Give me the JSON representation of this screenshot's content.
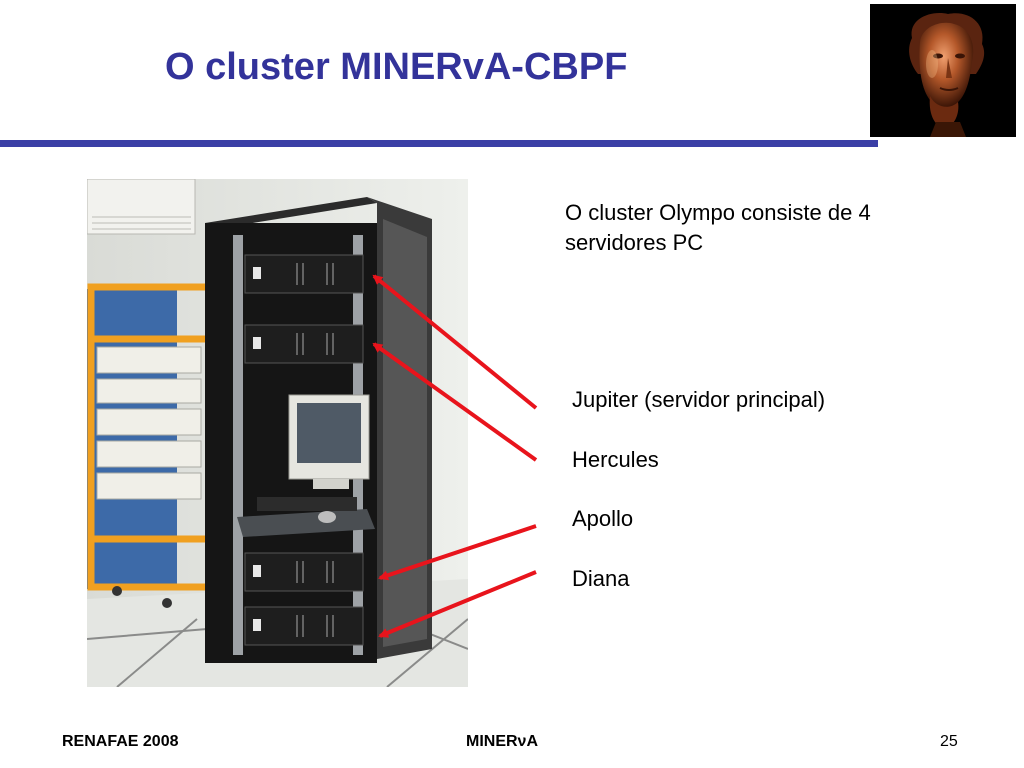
{
  "slide": {
    "title": "O cluster MINERvA-CBPF",
    "intro": "O cluster Olympo consiste de 4 servidores PC",
    "servers": [
      "Jupiter (servidor principal)",
      "Hercules",
      "Apollo",
      "Diana"
    ]
  },
  "footer": {
    "left": "RENAFAE 2008",
    "center": "MINERνA",
    "page_number": "25"
  },
  "colors": {
    "title": "#33339a",
    "rule": "#3b3fa6",
    "arrow": "#e8141c"
  },
  "images": {
    "logo": "bronze-head-sculpture",
    "photo": "server-rack-photo"
  }
}
